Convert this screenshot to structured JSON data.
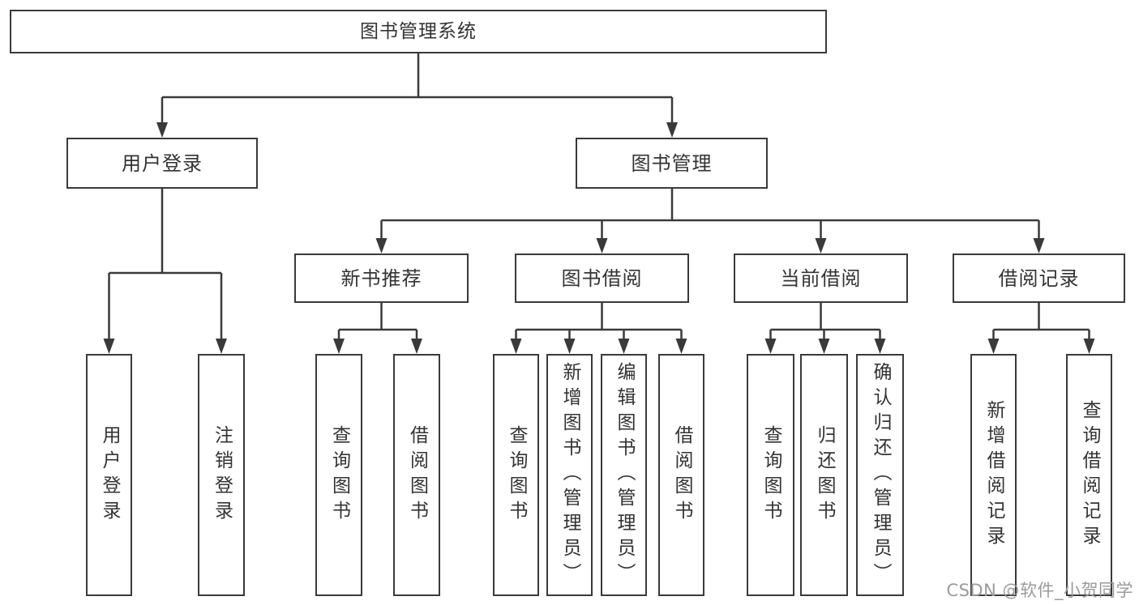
{
  "diagram": {
    "title": "图书管理系统",
    "type": "hierarchy-tree",
    "colors": {
      "line": "#3a3a3a",
      "box_border": "#3a3a3a",
      "text": "#333333",
      "background": "#ffffff",
      "watermark": "#9b9b9b"
    },
    "tree": {
      "label": "图书管理系统",
      "children": [
        {
          "label": "用户登录",
          "children": [
            {
              "label": "用户登录"
            },
            {
              "label": "注销登录"
            }
          ]
        },
        {
          "label": "图书管理",
          "children": [
            {
              "label": "新书推荐",
              "children": [
                {
                  "label": "查询图书"
                },
                {
                  "label": "借阅图书"
                }
              ]
            },
            {
              "label": "图书借阅",
              "children": [
                {
                  "label": "查询图书"
                },
                {
                  "label": "新增图书（管理员）"
                },
                {
                  "label": "编辑图书（管理员）"
                },
                {
                  "label": "借阅图书"
                }
              ]
            },
            {
              "label": "当前借阅",
              "children": [
                {
                  "label": "查询图书"
                },
                {
                  "label": "归还图书"
                },
                {
                  "label": "确认归还（管理员）"
                }
              ]
            },
            {
              "label": "借阅记录",
              "children": [
                {
                  "label": "新增借阅记录"
                },
                {
                  "label": "查询借阅记录"
                }
              ]
            }
          ]
        }
      ]
    },
    "watermark": {
      "text": "CSDN @软件_小贺同学"
    }
  }
}
